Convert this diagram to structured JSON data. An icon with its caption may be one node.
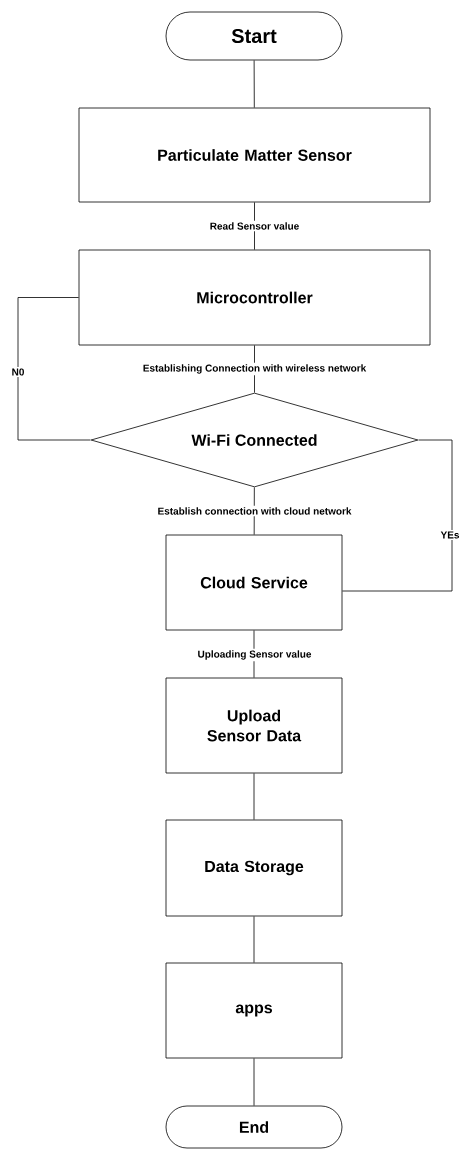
{
  "diagram": {
    "nodes": [
      {
        "text": [
          "Start"
        ]
      },
      {
        "text": [
          "Particulate Matter Sensor"
        ]
      },
      {
        "text": [
          "Microcontroller"
        ]
      },
      {
        "text": [
          "Wi-Fi Connected"
        ]
      },
      {
        "text": [
          "Cloud Service"
        ]
      },
      {
        "text": [
          "Upload Sensor Data"
        ]
      },
      {
        "text": [
          "Data Storage"
        ]
      },
      {
        "text": [
          "apps"
        ]
      },
      {
        "text": [
          "End"
        ]
      }
    ],
    "edges": [
      {
        "from": 0,
        "to": 1,
        "arrow": "none"
      },
      {
        "from": 1,
        "to": 2,
        "arrow": "none",
        "label": "Read Sensor value"
      },
      {
        "from": 2,
        "to": 3,
        "arrow": "none",
        "label": "Establishing Connection with wireless network"
      },
      {
        "from": 3,
        "to": 2,
        "arrow": "none",
        "label": "N0"
      },
      {
        "from": 3,
        "to": 4,
        "arrow": "none",
        "label": "Establish connection with cloud network"
      },
      {
        "from": 3,
        "to": 4,
        "arrow": "none",
        "label": "YEs"
      },
      {
        "from": 4,
        "to": 5,
        "arrow": "none",
        "label": "Uploading Sensor value"
      },
      {
        "from": 5,
        "to": 6,
        "arrow": "none"
      },
      {
        "from": 6,
        "to": 7,
        "arrow": "none"
      },
      {
        "from": 7,
        "to": 8,
        "arrow": "none"
      }
    ]
  }
}
